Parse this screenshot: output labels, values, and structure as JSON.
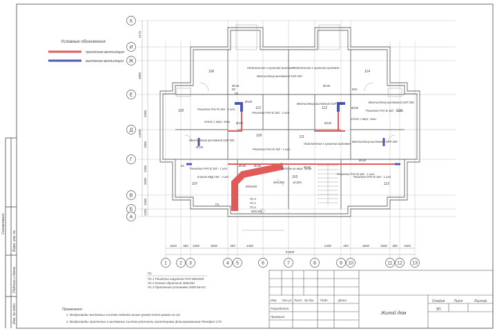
{
  "legend": {
    "title": "Условные обозначения",
    "supply_label": "приточная вентиляция",
    "exhaust_label": "вытяжная вентиляция"
  },
  "colors": {
    "supply": "#e05a5a",
    "exhaust": "#4a55b5",
    "lines": "#666666"
  },
  "axes_letters": [
    "К",
    "И",
    "Ж",
    "Е",
    "Д",
    "Г",
    "В",
    "Б",
    "А"
  ],
  "axes_numbers": [
    "1",
    "2",
    "3",
    "4",
    "5",
    "6",
    "7",
    "8",
    "9",
    "10",
    "11",
    "12",
    "13"
  ],
  "dims_left": [
    "2175",
    "4800",
    "3300",
    "1800",
    "1500",
    "3600",
    "1500",
    "1200"
  ],
  "dims_left_total": "14400",
  "dims_bottom": [
    "1520",
    "380",
    "1500",
    "3600",
    "300",
    "2400",
    "2400",
    "300",
    "3600",
    "1500",
    "380",
    "1500"
  ],
  "dims_bottom_total": "21600",
  "rooms": [
    "106",
    "105",
    "107",
    "109",
    "110",
    "111",
    "112",
    "113",
    "114",
    "115",
    "103"
  ],
  "annotations": {
    "ventilator_1": "Вентилятор вытяжной SSP 250",
    "ventilator_2": "Вентилятор вытяжной SSP 250",
    "ventilator_3": "Вентилятор вытяжной SSP 250",
    "ventilator_4": "Вентилятор вытяжной SSP 200",
    "ventilator_5": "Вентилятор вытяжной SSP 200",
    "grille_1": "Решетка PAV-B 160 - 1 шт.",
    "grille_2": "Решетка PAV-B 160 - 2 шт.",
    "grille_3": "Решетка PAV-B 160 - 1 шт.",
    "grille_4": "Решетка PAV-B 160 - 1 шт.",
    "grille_5": "Решетка PAV-B 160 - 1 шт.",
    "grille_6": "Решетка PAV-B 160 - 1 шт.",
    "grille_7": "Решетка PAV-B 160 - 1 шт.",
    "connect_1": "Подключение к кухонной вытяжке",
    "connect_2": "Подключение к кухонной вытяжке",
    "connect_3": "Подключение к кухонной вытяжке",
    "otsos_1": "отсос с верх. зоны",
    "otsos_2": "отсос с верх. зоны",
    "klapan": "Клапан КВД 160 - 3 шт.",
    "podem": "подъем на верх. этаж",
    "d100_a": "Ø100",
    "d100_b": "Ø100",
    "d100_c": "Ø100",
    "d100_d": "Ø100",
    "d125_a": "Ø125",
    "d125_b": "Ø125",
    "d125_c": "Ø125",
    "d160_a": "Ø160",
    "d160_b": "Ø160",
    "d160_c": "Ø160",
    "d160_d": "Ø160",
    "b1": "В1",
    "b2": "В2",
    "b3": "В3",
    "b10": "В10",
    "duct_1": "560х250",
    "duct_2": "600х160",
    "duct_3": "560х160",
    "level": "±0,000",
    "p1": "П1",
    "p11": "П1.1",
    "p12": "П1.2",
    "p13": "П1.3"
  },
  "equipment_notes": [
    "П1.1 Решетка наружная РНЛ 600х300",
    "П1.2 Клапан обратный 300х250",
    "П1.3 Приточная установка 2000 Ев-ЕС"
  ],
  "notes": {
    "title": "Примечания:",
    "items": [
      "1.  Воздуховоды вытяжных систем поднять выше уровня снега кровли на 1м",
      "2.  Воздуховоды приточных и вытяжных систем утеплить изоляторами фольгированным Пенофол С70"
    ]
  },
  "side_labels": [
    "Согласовано",
    "Инв. № подл.",
    "Подпись и дата",
    "Взам. инв. №"
  ],
  "title_block": {
    "headers": [
      "Изм.",
      "Кол.уч.",
      "Лист",
      "№ док.",
      "Подп.",
      "Дата"
    ],
    "rows": [
      "Разработал",
      "Проверил"
    ],
    "object": "Жилой дом",
    "stage_label": "Стадия",
    "sheet_label": "Лист",
    "sheets_label": "Листов",
    "stage": "ЭП"
  }
}
